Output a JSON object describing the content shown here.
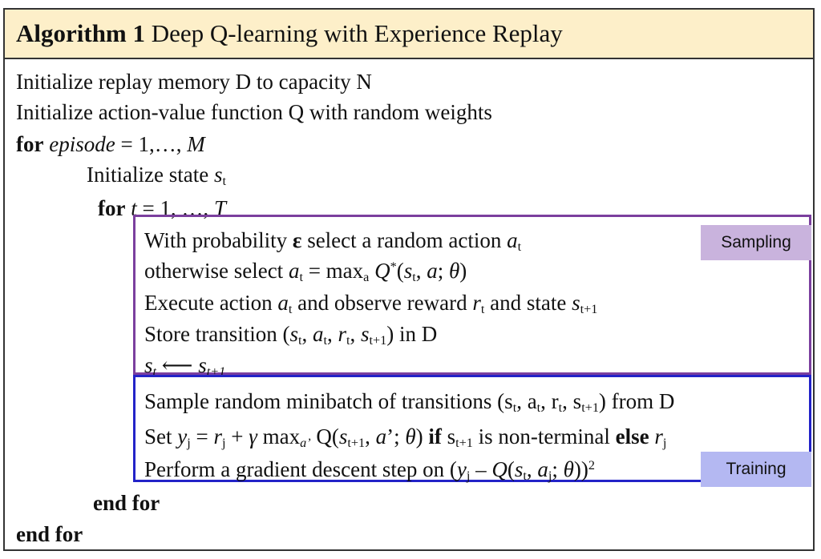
{
  "header": {
    "title_bold": "Algorithm 1",
    "title_rest": " Deep Q-learning with Experience Replay"
  },
  "lines": {
    "init_memory": "Initialize replay memory D to capacity N",
    "init_q": "Initialize action-value function Q with random weights",
    "for_kw": "for",
    "episode_var": "episode",
    "episode_range": " = 1,…, ",
    "episode_M": "M",
    "init_state": "Initialize state ",
    "for_t_range": " = 1, …, ",
    "end_for": "end for"
  },
  "sampling": {
    "tag": "Sampling",
    "line1_text": "With probability ",
    "epsilon": "ε",
    "line1_rest": " select a random action ",
    "line2_text": "otherwise select ",
    "line2_eq": " = max",
    "line3_text": "Execute action ",
    "line3_mid": " and observe reward ",
    "line3_mid2": " and state ",
    "line4_text": "Store transition (",
    "line4_end": ") in D"
  },
  "training": {
    "tag": "Training",
    "line1": "Sample random minibatch of transitions (s",
    "line1_end": ") from D",
    "line2_set": "Set ",
    "line2_if": "if",
    "line2_nonterm": " is non-terminal ",
    "line2_else": "else",
    "line3": "Perform a gradient descent step on  (",
    "line3_mid": " – ",
    "line3_end": "))"
  },
  "colors": {
    "header_bg": "#fdefc9",
    "sampling": "#7b3f9e",
    "training": "#2323c8"
  }
}
